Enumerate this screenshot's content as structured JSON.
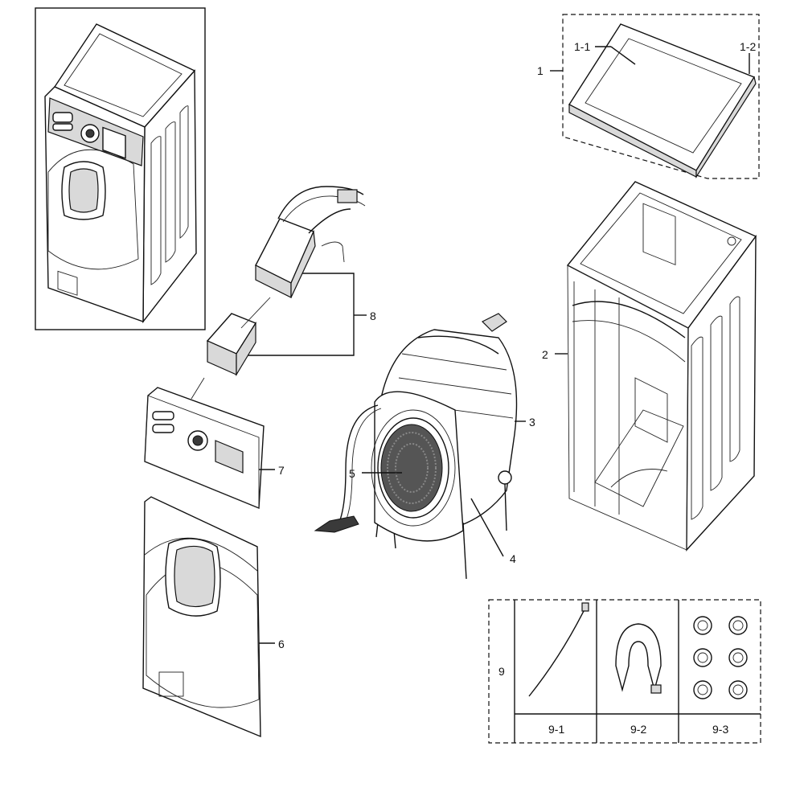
{
  "callouts": {
    "c1": "1",
    "c1_1": "1-1",
    "c1_2": "1-2",
    "c2": "2",
    "c3": "3",
    "c4": "4",
    "c5": "5",
    "c6": "6",
    "c7": "7",
    "c8": "8",
    "c9": "9",
    "c9_1": "9-1",
    "c9_2": "9-2",
    "c9_3": "9-3"
  }
}
